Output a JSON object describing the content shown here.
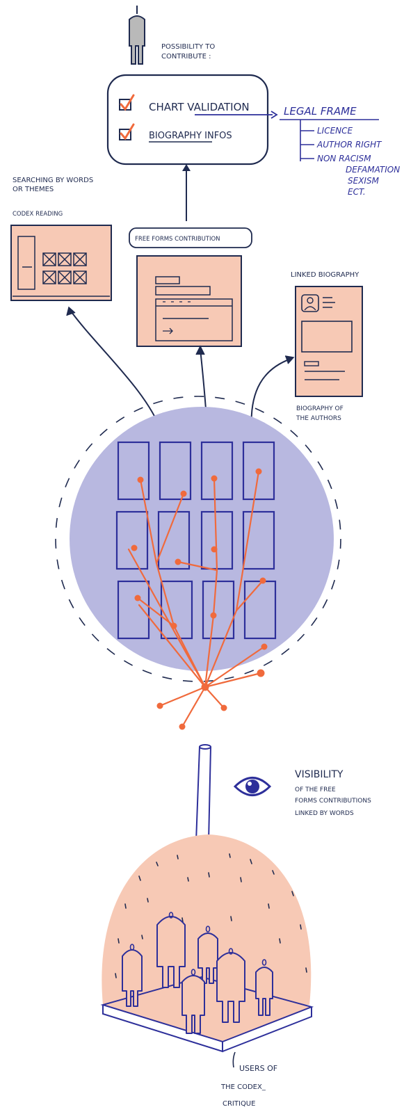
{
  "colors": {
    "ink": "#1f2a4f",
    "blue_ink": "#2d2f9a",
    "orange": "#f06a3c",
    "peach": "#f7c9b5",
    "lavender": "#b8b8e0"
  },
  "contribution_panel": {
    "heading_line1": "POSSIBILITY TO",
    "heading_line2": "CONTRIBUTE :",
    "option1": "CHART VALIDATION",
    "option2": "BIOGRAPHY INFOS",
    "option1_icon": "checkbox-checked-icon",
    "option2_icon": "checkbox-checked-icon"
  },
  "legal_frame": {
    "title": "LEGAL FRAME",
    "items": [
      "LICENCE",
      "AUTHOR RIGHT",
      "NON RACISM"
    ],
    "extra": [
      "DEFAMATION",
      "SEXISM",
      "ECT."
    ]
  },
  "codex_reading": {
    "search_line1": "SEARCHING BY WORDS",
    "search_line2": "OR THEMES",
    "label": "CODEX READING"
  },
  "free_forms": {
    "label": "FREE FORMS CONTRIBUTION"
  },
  "linked_biography": {
    "label": "LINKED BIOGRAPHY",
    "caption_line1": "BIOGRAPHY OF",
    "caption_line2": "THE AUTHORS"
  },
  "visibility": {
    "line1": "VISIBILITY",
    "line2": "OF THE FREE",
    "line3": "FORMS CONTRIBUTIONS",
    "line4": "LINKED BY WORDS",
    "icon": "eye-icon"
  },
  "users": {
    "line1": "USERS OF",
    "line2": "THE CODEX_",
    "line3": "CRITIQUE"
  }
}
